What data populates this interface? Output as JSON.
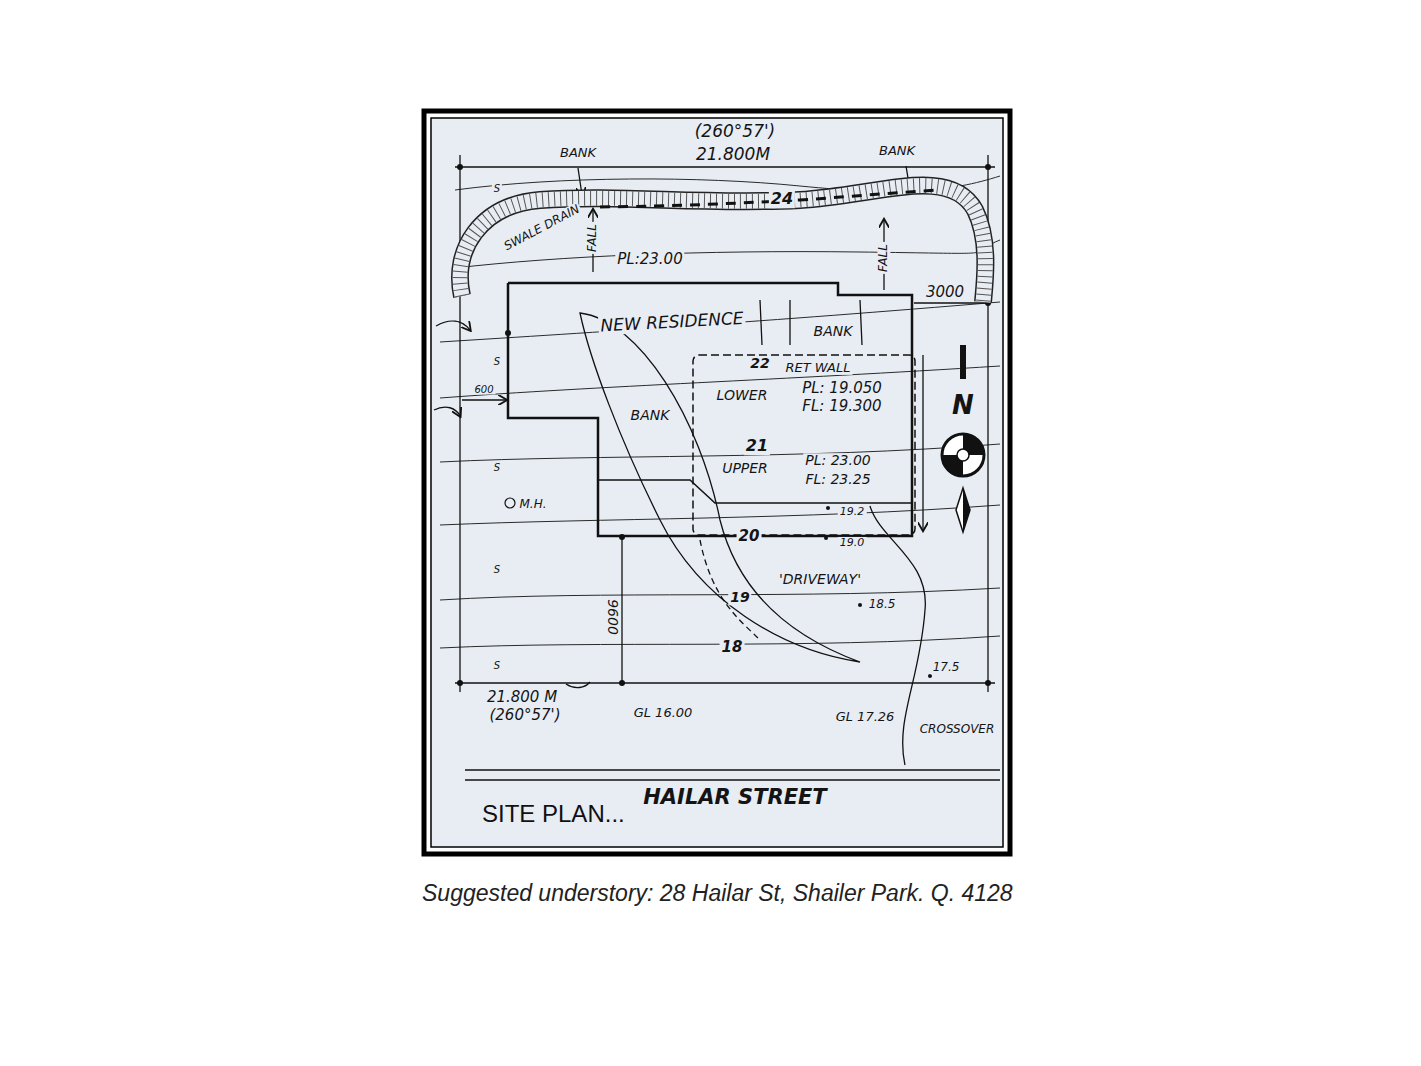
{
  "diagram": {
    "title": "SITE PLAN...",
    "caption": "Suggested understory: 28 Hailar St, Shailer Park. Q. 4128",
    "labels": [
      "(260°57')",
      "21.800M",
      "BANK",
      "BANK",
      "24",
      "SWALE DRAIN",
      "FALL",
      "PL:23.00",
      "FALL",
      "3000",
      "NEW RESIDENCE",
      "BANK",
      "22",
      "RET WALL",
      "LOWER",
      "PL: 19.050",
      "FL: 19.300",
      "BANK",
      "21",
      "UPPER",
      "PL: 23.00",
      "FL: 23.25",
      "600",
      "M.H.",
      "19.2",
      "20",
      "19.0",
      "'DRIVEWAY'",
      "18.5",
      "19",
      "9600",
      "18",
      "17.5",
      "21.800 M",
      "(260°57')",
      "GL 16.00",
      "GL 17.26",
      "CROSSOVER",
      "N",
      "S",
      "S",
      "S",
      "S",
      "S",
      "HAILAR STREET"
    ]
  }
}
